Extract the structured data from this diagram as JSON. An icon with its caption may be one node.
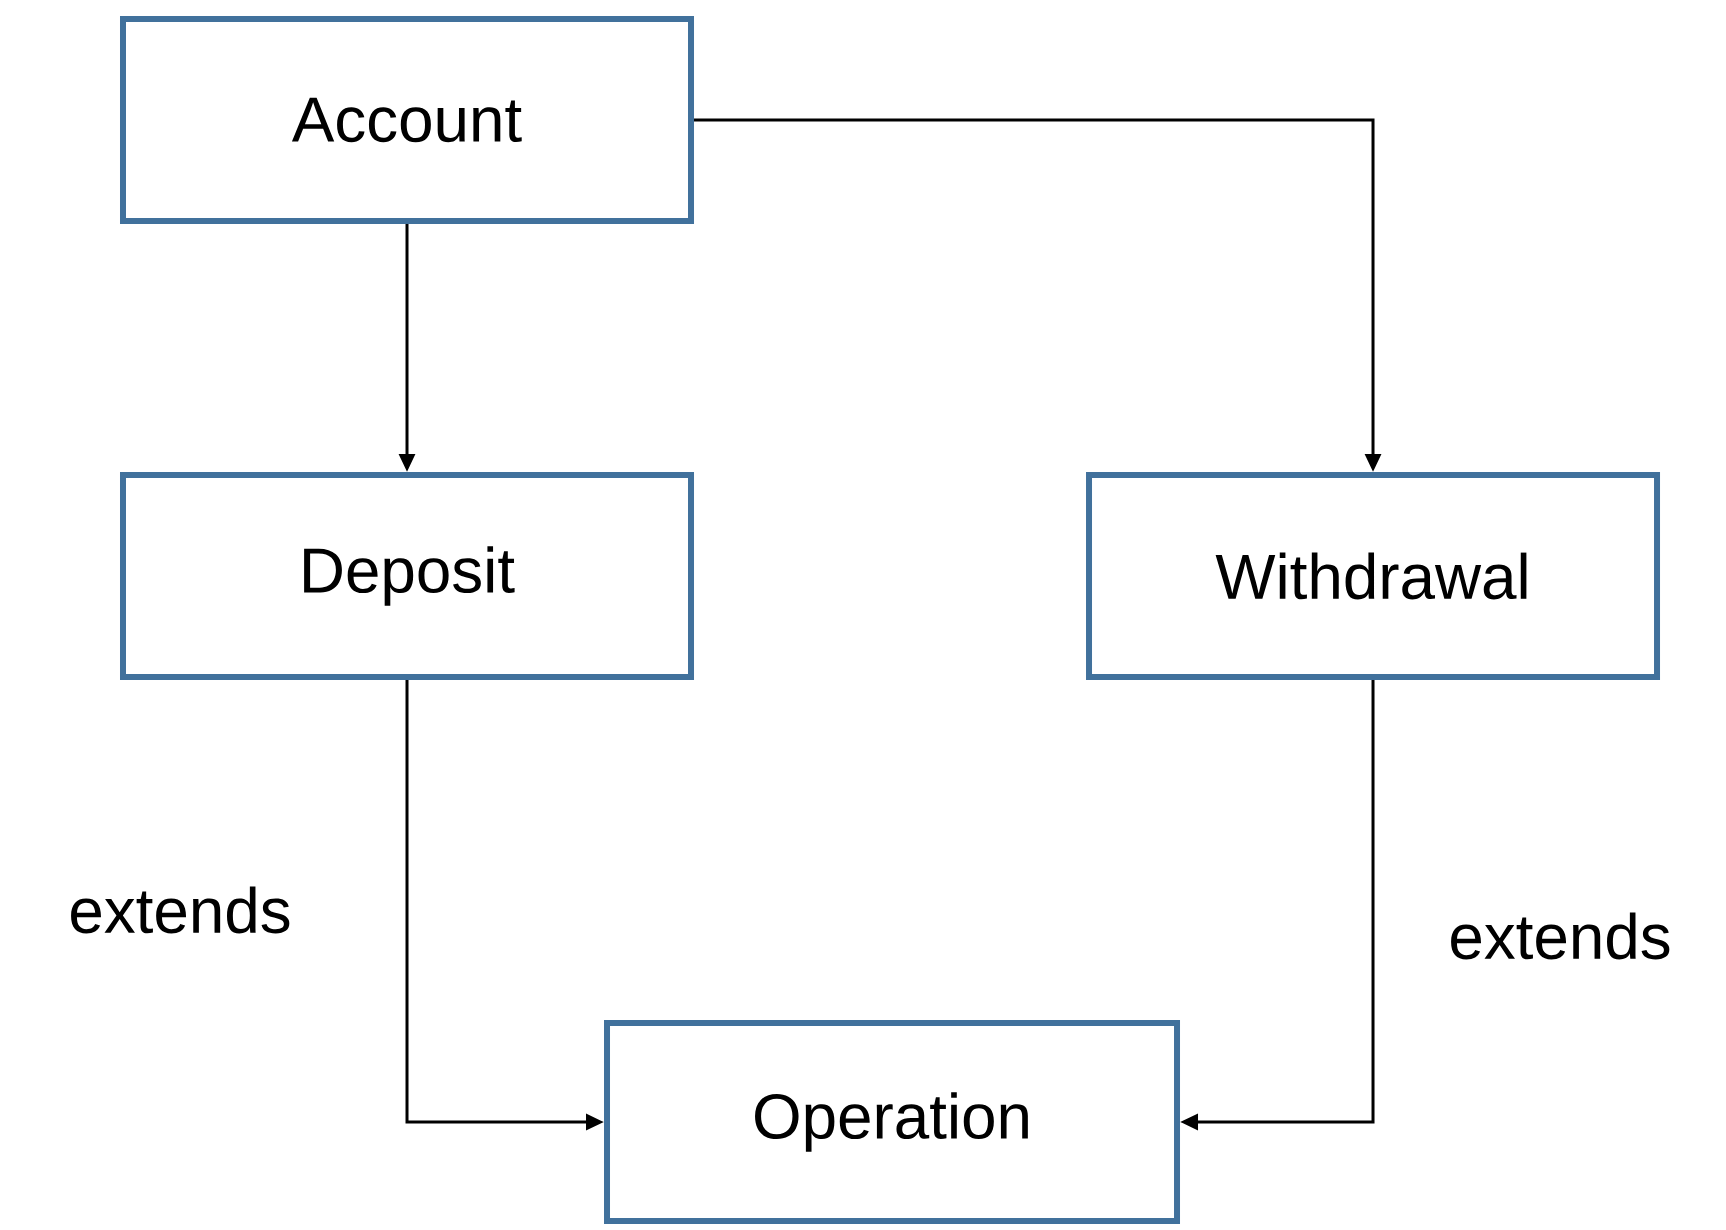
{
  "diagram": {
    "nodes": [
      {
        "text": [
          "Account"
        ]
      },
      {
        "text": [
          "Deposit"
        ]
      },
      {
        "text": [
          "Withdrawal"
        ]
      },
      {
        "text": [
          "Operation"
        ]
      }
    ],
    "edges": [
      {
        "from": 0,
        "to": 1,
        "arrow": "to"
      },
      {
        "from": 0,
        "to": 2,
        "arrow": "to"
      },
      {
        "from": 1,
        "to": 3,
        "arrow": "to",
        "label": "extends"
      },
      {
        "from": 2,
        "to": 3,
        "arrow": "to",
        "label": "extends"
      }
    ]
  }
}
